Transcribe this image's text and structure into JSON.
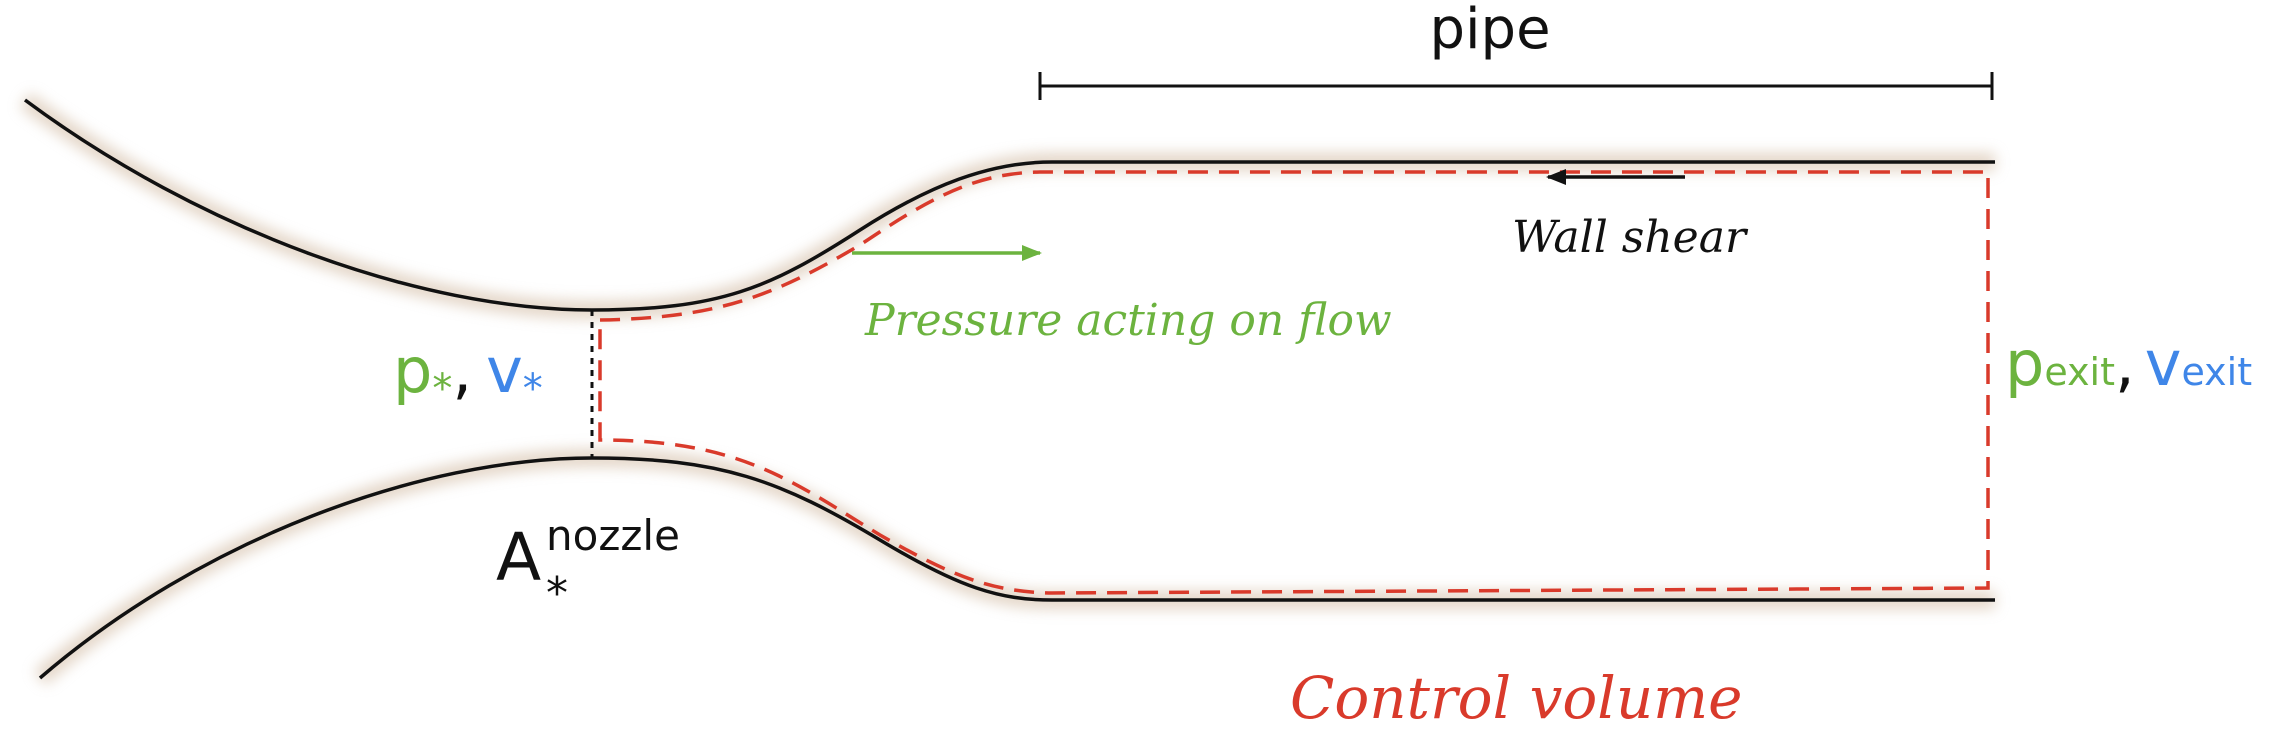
{
  "colors": {
    "wall": "#111111",
    "wall_shadow": "#cdb49a",
    "control_volume": "#d93a2b",
    "pressure": "#6cb33f",
    "velocity": "#3f86e8",
    "text": "#111111"
  },
  "labels": {
    "pipe": "pipe",
    "wall_shear": "Wall shear",
    "pressure_acting": "Pressure acting on flow",
    "control_volume": "Control volume",
    "area_base": "A",
    "area_sub": "*",
    "area_sup": "nozzle",
    "throat_p": "p",
    "throat_p_sub": "*",
    "throat_comma": ",",
    "throat_v": "v",
    "throat_v_sub": "*",
    "exit_p": "p",
    "exit_p_sub": "exit",
    "exit_comma": ",",
    "exit_v": "v",
    "exit_v_sub": "exit"
  }
}
